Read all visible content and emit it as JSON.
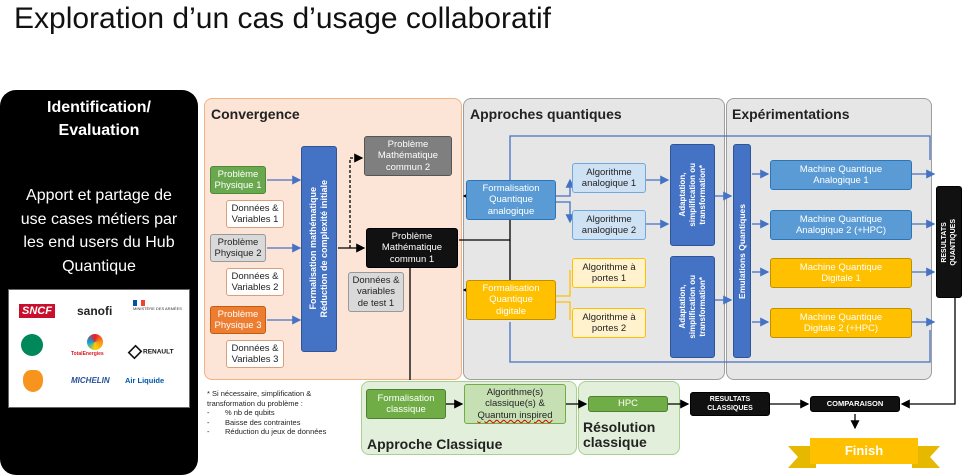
{
  "title": "Exploration d’un cas d’usage collaboratif",
  "left_panel": {
    "heading_line1": "Identification/",
    "heading_line2": "Evaluation",
    "text_lines": [
      "Apport et partage de",
      "use cases métiers par",
      "les end users du Hub",
      "Quantique"
    ],
    "logos": [
      "SNCF",
      "sanofi",
      "MINISTÈRE DES ARMÉES",
      "TotalEnergies",
      "RENAULT",
      "MICHELIN",
      "Air Liquide"
    ]
  },
  "regions": {
    "convergence": "Convergence",
    "approches_quantiques": "Approches quantiques",
    "experimentations": "Expérimentations",
    "approche_classique": "Approche Classique",
    "resolution_line1": "Résolution",
    "resolution_line2": "classique"
  },
  "boxes": {
    "pb1_l1": "Problème",
    "pb1_l2": "Physique 1",
    "dv1_l1": "Données &",
    "dv1_l2": "Variables 1",
    "pb2_l1": "Problème",
    "pb2_l2": "Physique 2",
    "dv2_l1": "Données &",
    "dv2_l2": "Variables 2",
    "pb3_l1": "Problème",
    "pb3_l2": "Physique 3",
    "dv3_l1": "Données &",
    "dv3_l2": "Variables 3",
    "formalisation_math_l1": "Formalisation mathématique",
    "formalisation_math_l2": "Réduction de complexité initiale",
    "pm2_l1": "Problème",
    "pm2_l2": "Mathématique",
    "pm2_l3": "commun 2",
    "pm1_l1": "Problème",
    "pm1_l2": "Mathématique",
    "pm1_l3": "commun 1",
    "dt_l1": "Données &",
    "dt_l2": "variables",
    "dt_l3": "de test 1",
    "fqa_l1": "Formalisation",
    "fqa_l2": "Quantique",
    "fqa_l3": "analogique",
    "fqd_l1": "Formalisation",
    "fqd_l2": "Quantique",
    "fqd_l3": "digitale",
    "aa1_l1": "Algorithme",
    "aa1_l2": "analogique 1",
    "aa2_l1": "Algorithme",
    "aa2_l2": "analogique 2",
    "ap1_l1": "Algorithme à",
    "ap1_l2": "portes 1",
    "ap2_l1": "Algorithme à",
    "ap2_l2": "portes 2",
    "adapt_l1": "Adaptation,",
    "adapt_l2": "simplification ou",
    "adapt_l3": "transformation*",
    "emulations": "Emulations Quantiques",
    "mqa1_l1": "Machine Quantique",
    "mqa1_l2": "Analogique 1",
    "mqa2_l1": "Machine Quantique",
    "mqa2_l2": "Analogique 2 (+HPC)",
    "mqd1_l1": "Machine Quantique",
    "mqd1_l2": "Digitale 1",
    "mqd2_l1": "Machine Quantique",
    "mqd2_l2": "Digitale 2 (+HPC)",
    "resultats_q_l1": "RESULTATS",
    "resultats_q_l2": "QUANTIQUES",
    "fc_l1": "Formalisation",
    "fc_l2": "classique",
    "algc_l1": "Algorithme(s)",
    "algc_l2": "classique(s) &",
    "algc_l3": "Quantum inspired",
    "hpc": "HPC",
    "resultats_c_l1": "RESULTATS",
    "resultats_c_l2": "CLASSIQUES",
    "comparaison": "COMPARAISON",
    "finish": "Finish"
  },
  "note": {
    "line1": "* Si nécessaire, simplification &",
    "line2": "transformation du problème :",
    "items": [
      "% nb de qubits",
      "Baisse des contraintes",
      "Réduction du jeux de données"
    ]
  },
  "colors": {
    "convergence_bg": "#fce4d6",
    "quantique_bg": "#e7e6e6",
    "classique_bg": "#e2efda",
    "arrow_blue": "#4472c4",
    "arrow_black": "#000000"
  }
}
